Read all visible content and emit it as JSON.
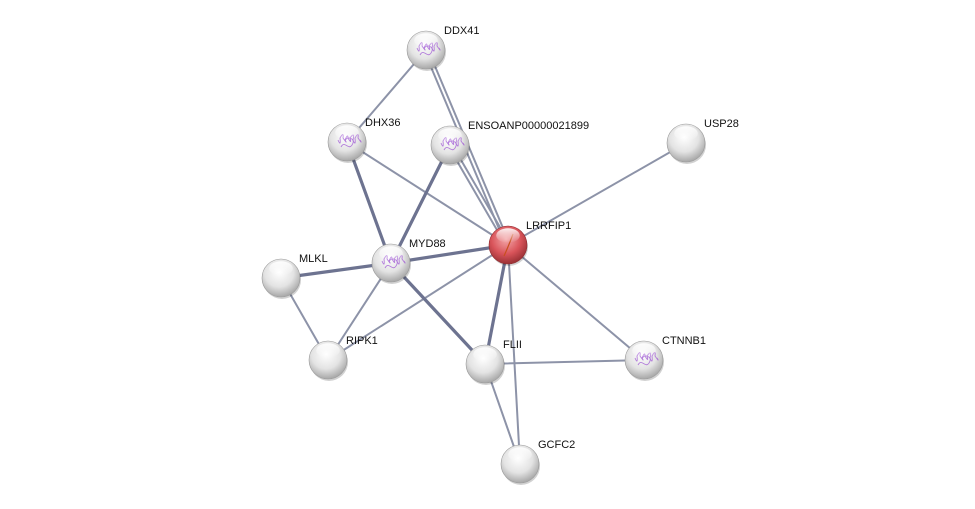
{
  "network": {
    "query_node": "LRRFIP1",
    "colors": {
      "query": "#d9545a",
      "node": "#e2e2e2",
      "edge": "#8d93a8",
      "edge_strong": "#6d7390",
      "structure": "#a35fd6"
    },
    "nodes": [
      {
        "id": "DDX41",
        "label": "DDX41",
        "structure": true
      },
      {
        "id": "DHX36",
        "label": "DHX36",
        "structure": true
      },
      {
        "id": "ENSOANP00000021899",
        "label": "ENSOANP00000021899",
        "structure": true
      },
      {
        "id": "USP28",
        "label": "USP28",
        "structure": false
      },
      {
        "id": "LRRFIP1",
        "label": "LRRFIP1",
        "structure": false
      },
      {
        "id": "MLKL",
        "label": "MLKL",
        "structure": false
      },
      {
        "id": "MYD88",
        "label": "MYD88",
        "structure": true
      },
      {
        "id": "RIPK1",
        "label": "RIPK1",
        "structure": false
      },
      {
        "id": "FLII",
        "label": "FLII",
        "structure": false
      },
      {
        "id": "CTNNB1",
        "label": "CTNNB1",
        "structure": true
      },
      {
        "id": "GCFC2",
        "label": "GCFC2",
        "structure": false
      }
    ],
    "edges": [
      {
        "source": "DDX41",
        "target": "DHX36",
        "lines": 1,
        "strong": false
      },
      {
        "source": "DDX41",
        "target": "LRRFIP1",
        "lines": 2,
        "strong": false
      },
      {
        "source": "ENSOANP00000021899",
        "target": "LRRFIP1",
        "lines": 2,
        "strong": false
      },
      {
        "source": "DHX36",
        "target": "LRRFIP1",
        "lines": 1,
        "strong": false
      },
      {
        "source": "DHX36",
        "target": "MYD88",
        "lines": 1,
        "strong": true
      },
      {
        "source": "ENSOANP00000021899",
        "target": "MYD88",
        "lines": 1,
        "strong": true
      },
      {
        "source": "USP28",
        "target": "LRRFIP1",
        "lines": 1,
        "strong": false
      },
      {
        "source": "MYD88",
        "target": "LRRFIP1",
        "lines": 1,
        "strong": true
      },
      {
        "source": "MLKL",
        "target": "MYD88",
        "lines": 1,
        "strong": true
      },
      {
        "source": "MLKL",
        "target": "RIPK1",
        "lines": 1,
        "strong": false
      },
      {
        "source": "RIPK1",
        "target": "MYD88",
        "lines": 1,
        "strong": false
      },
      {
        "source": "RIPK1",
        "target": "LRRFIP1",
        "lines": 1,
        "strong": false
      },
      {
        "source": "MYD88",
        "target": "FLII",
        "lines": 1,
        "strong": true
      },
      {
        "source": "LRRFIP1",
        "target": "FLII",
        "lines": 1,
        "strong": true
      },
      {
        "source": "LRRFIP1",
        "target": "CTNNB1",
        "lines": 1,
        "strong": false
      },
      {
        "source": "FLII",
        "target": "CTNNB1",
        "lines": 1,
        "strong": false
      },
      {
        "source": "FLII",
        "target": "GCFC2",
        "lines": 1,
        "strong": false
      },
      {
        "source": "LRRFIP1",
        "target": "GCFC2",
        "lines": 1,
        "strong": false
      }
    ]
  }
}
